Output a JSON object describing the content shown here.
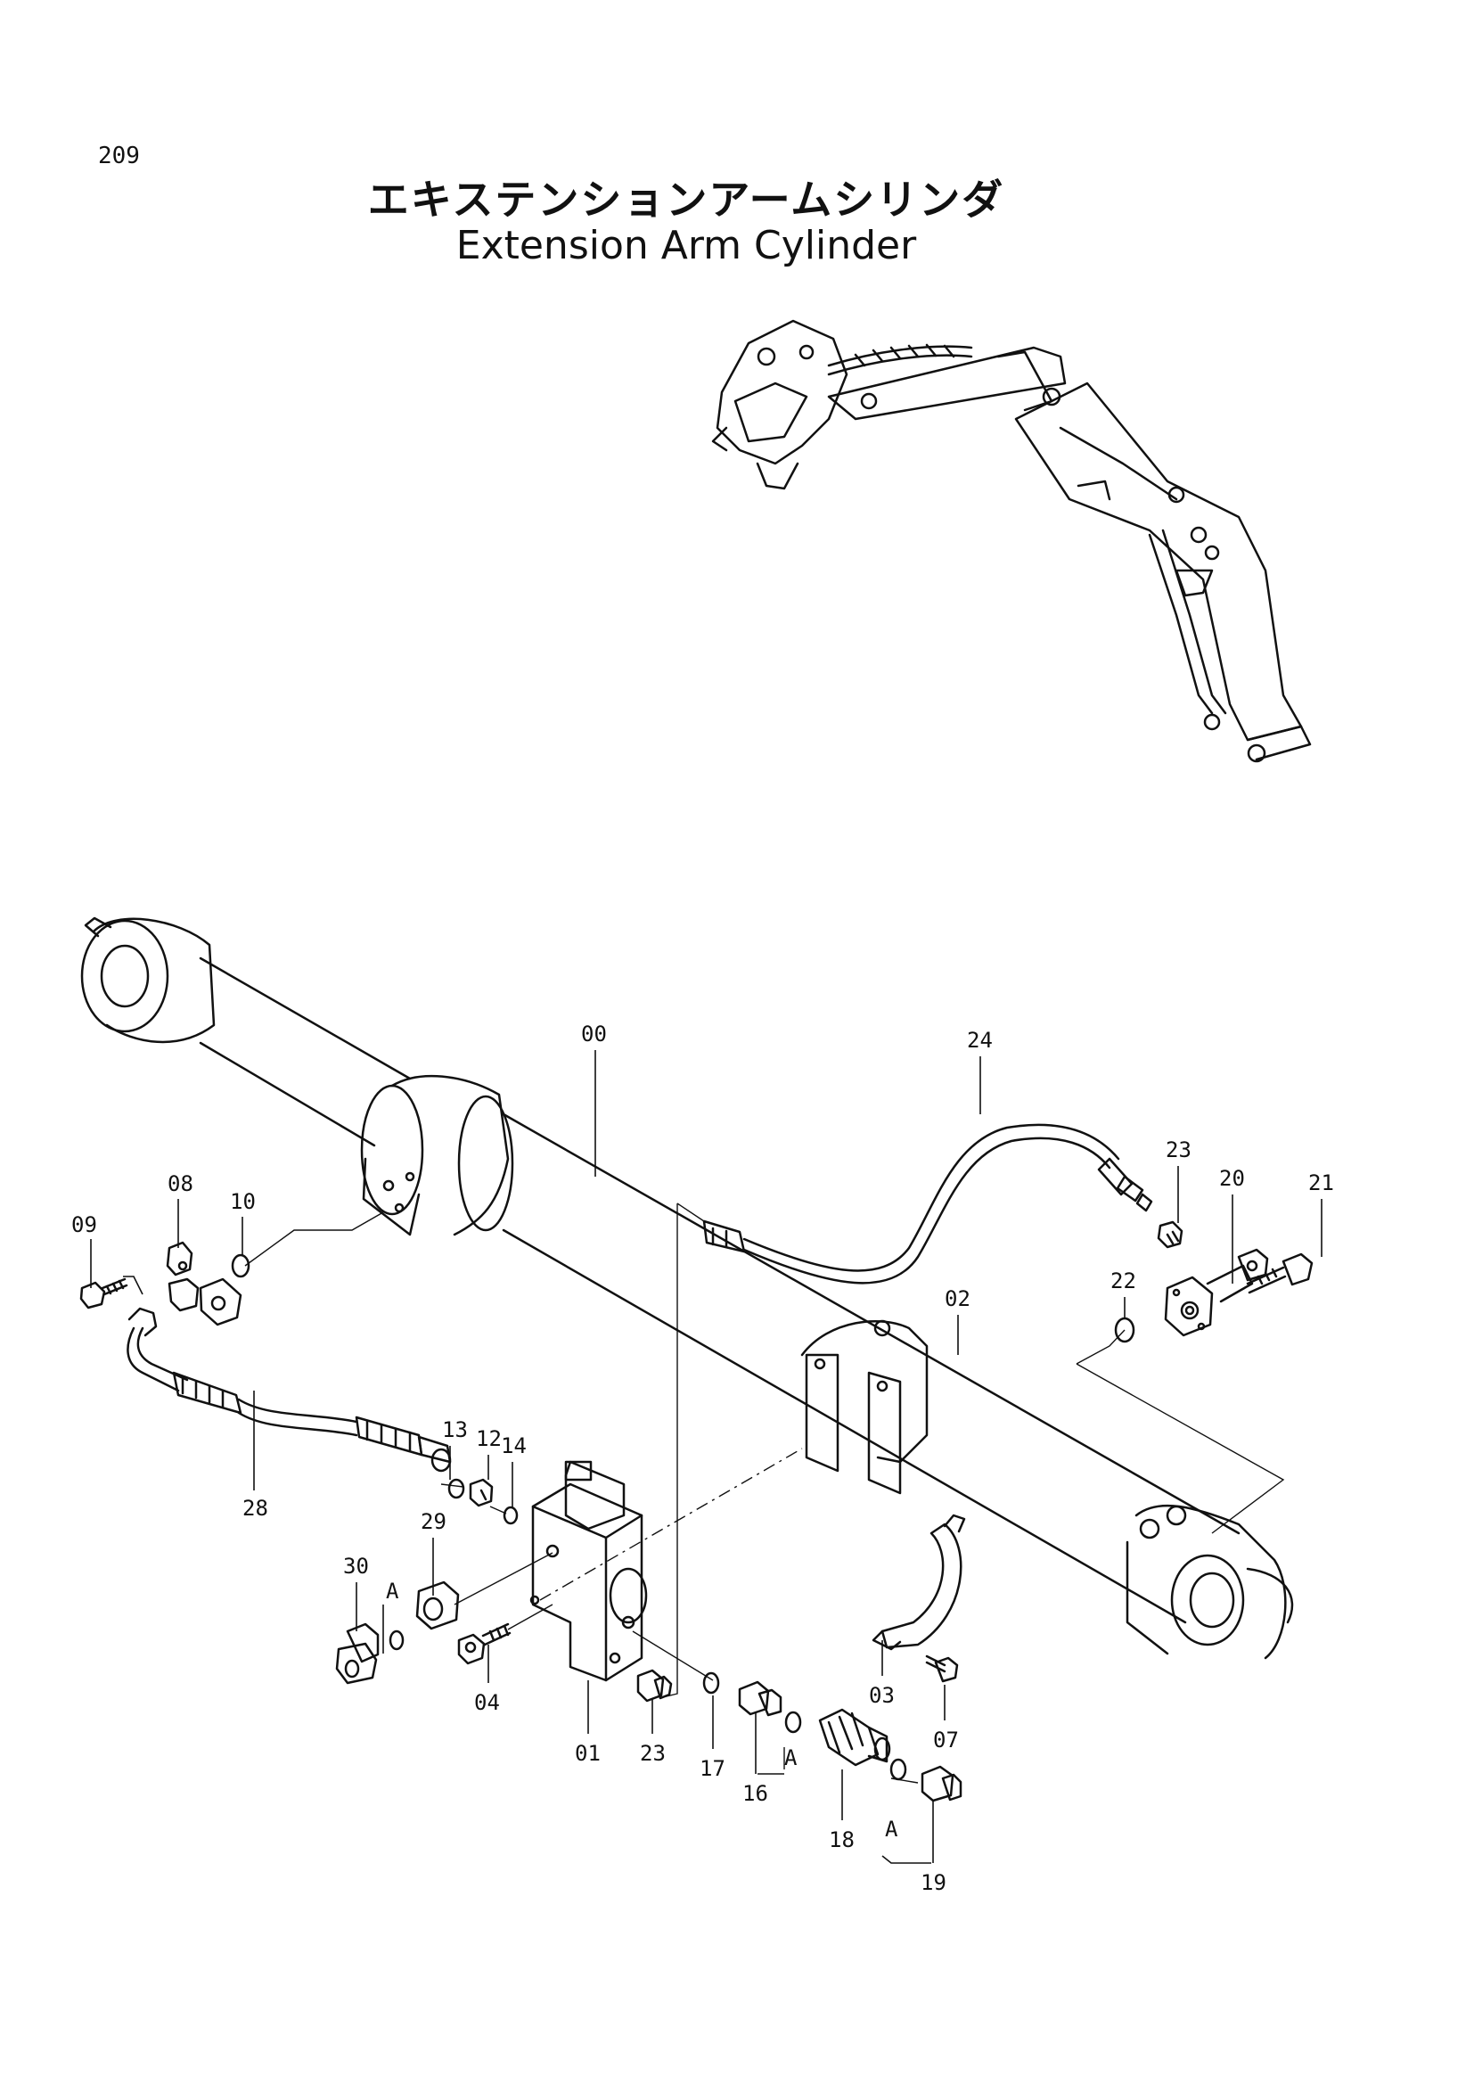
{
  "page": {
    "number": "209",
    "title_jp": "エキステンションアームシリンダ",
    "title_en": "Extension Arm Cylinder"
  },
  "callouts": [
    {
      "id": "c00",
      "text": "00"
    },
    {
      "id": "c24",
      "text": "24"
    },
    {
      "id": "c23a",
      "text": "23"
    },
    {
      "id": "c20",
      "text": "20"
    },
    {
      "id": "c21",
      "text": "21"
    },
    {
      "id": "c08",
      "text": "08"
    },
    {
      "id": "c09",
      "text": "09"
    },
    {
      "id": "c10",
      "text": "10"
    },
    {
      "id": "c22",
      "text": "22"
    },
    {
      "id": "c02",
      "text": "02"
    },
    {
      "id": "c13",
      "text": "13"
    },
    {
      "id": "c12",
      "text": "12"
    },
    {
      "id": "c14",
      "text": "14"
    },
    {
      "id": "c28",
      "text": "28"
    },
    {
      "id": "c29",
      "text": "29"
    },
    {
      "id": "c30",
      "text": "30"
    },
    {
      "id": "cA1",
      "text": "A"
    },
    {
      "id": "c04",
      "text": "04"
    },
    {
      "id": "c01",
      "text": "01"
    },
    {
      "id": "c23b",
      "text": "23"
    },
    {
      "id": "c17",
      "text": "17"
    },
    {
      "id": "c16",
      "text": "16"
    },
    {
      "id": "cA2",
      "text": "A"
    },
    {
      "id": "c18",
      "text": "18"
    },
    {
      "id": "c03",
      "text": "03"
    },
    {
      "id": "c07",
      "text": "07"
    },
    {
      "id": "cA3",
      "text": "A"
    },
    {
      "id": "c19",
      "text": "19"
    }
  ]
}
